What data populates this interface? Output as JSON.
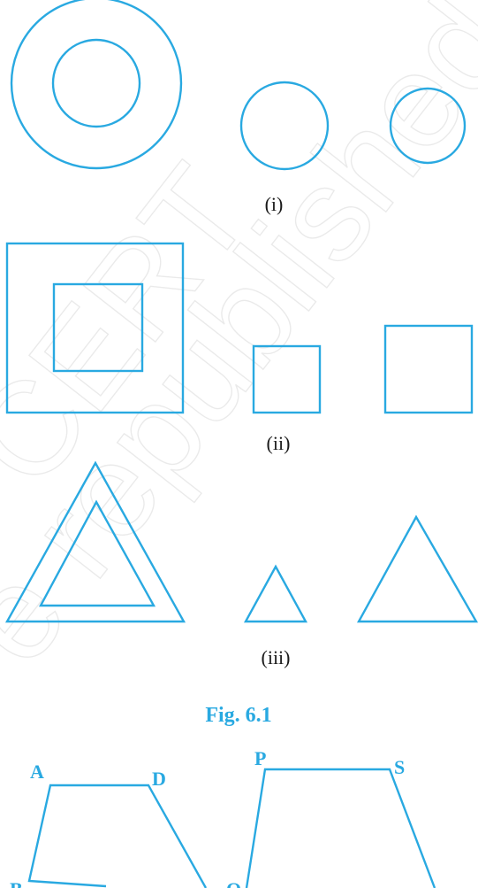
{
  "colors": {
    "stroke": "#29a9e1",
    "label": "#29a9e1",
    "caption": "#1a1a1a"
  },
  "watermark": {
    "line1": "CERT",
    "line2": "e republished"
  },
  "rows": [
    {
      "caption": "(i)",
      "shape_type": "circle"
    },
    {
      "caption": "(ii)",
      "shape_type": "square"
    },
    {
      "caption": "(iii)",
      "shape_type": "triangle"
    }
  ],
  "figure_caption": "Fig. 6.1",
  "quadrilaterals": [
    {
      "vertices": [
        "A",
        "D",
        "B"
      ]
    },
    {
      "vertices": [
        "P",
        "S",
        "Q"
      ]
    }
  ]
}
